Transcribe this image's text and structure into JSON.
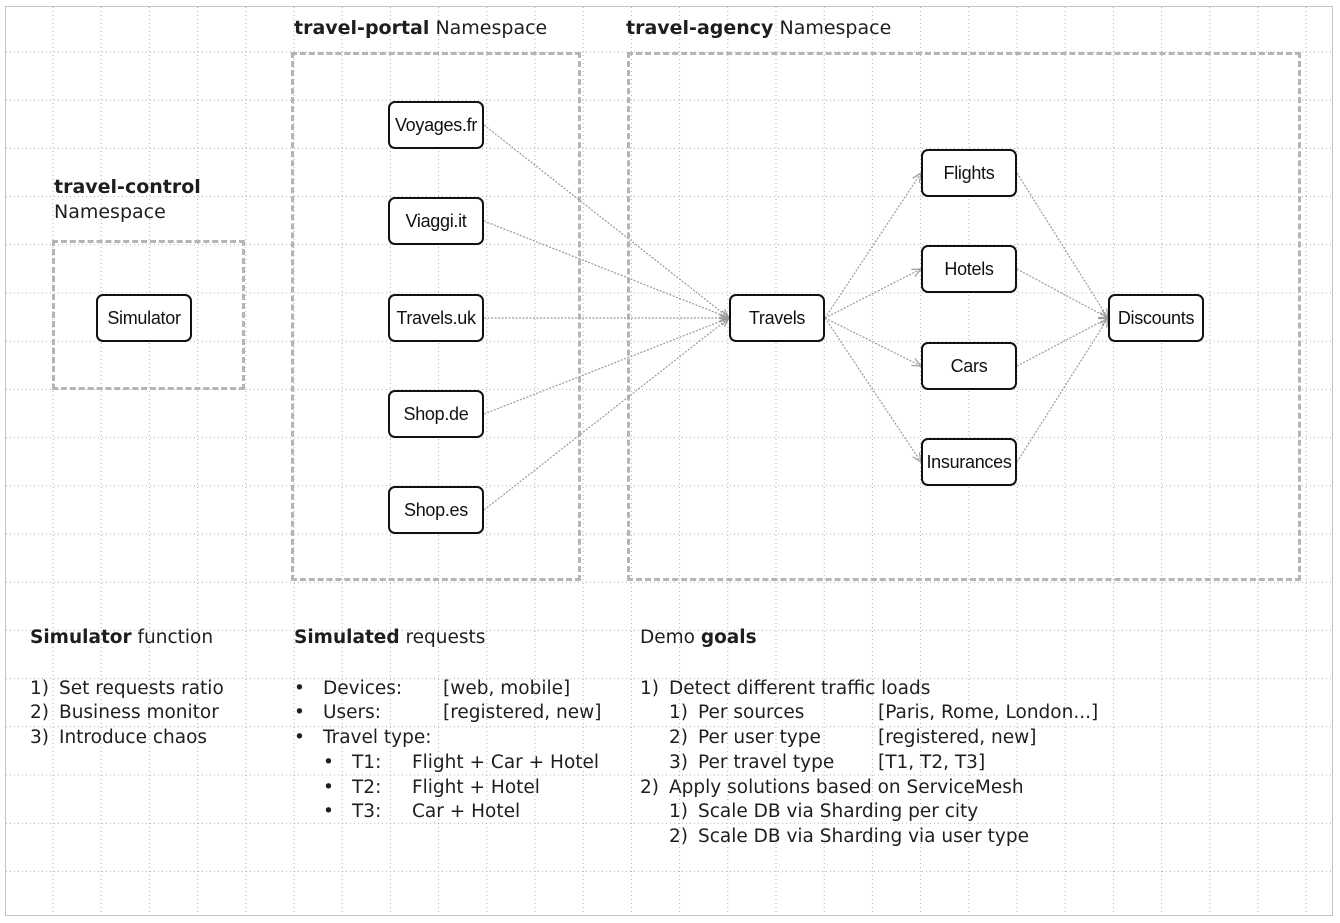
{
  "namespaces": {
    "control": {
      "name": "travel-control",
      "suffix": "Namespace"
    },
    "portal": {
      "name": "travel-portal",
      "suffix": "Namespace"
    },
    "agency": {
      "name": "travel-agency",
      "suffix": "Namespace"
    }
  },
  "nodes": {
    "simulator": "Simulator",
    "voyages": "Voyages.fr",
    "viaggi": "Viaggi.it",
    "travels_uk": "Travels.uk",
    "shop_de": "Shop.de",
    "shop_es": "Shop.es",
    "travels": "Travels",
    "flights": "Flights",
    "hotels": "Hotels",
    "cars": "Cars",
    "insurances": "Insurances",
    "discounts": "Discounts"
  },
  "edges": [
    [
      "voyages",
      "travels"
    ],
    [
      "viaggi",
      "travels"
    ],
    [
      "travels_uk",
      "travels"
    ],
    [
      "shop_de",
      "travels"
    ],
    [
      "shop_es",
      "travels"
    ],
    [
      "travels",
      "flights"
    ],
    [
      "travels",
      "hotels"
    ],
    [
      "travels",
      "cars"
    ],
    [
      "travels",
      "insurances"
    ],
    [
      "flights",
      "discounts"
    ],
    [
      "hotels",
      "discounts"
    ],
    [
      "cars",
      "discounts"
    ],
    [
      "insurances",
      "discounts"
    ]
  ],
  "simulator_function": {
    "title_bold": "Simulator",
    "title_rest": "function",
    "items": [
      {
        "num": "1)",
        "text": "Set requests ratio"
      },
      {
        "num": "2)",
        "text": "Business monitor"
      },
      {
        "num": "3)",
        "text": "Introduce chaos"
      }
    ]
  },
  "simulated_requests": {
    "title_bold": "Simulated",
    "title_rest": "requests",
    "bullet": "•",
    "devices": {
      "label": "Devices:",
      "value": "[web, mobile]"
    },
    "users": {
      "label": "Users:",
      "value": "[registered, new]"
    },
    "travel_type": {
      "label": "Travel type:"
    },
    "types": [
      {
        "label": "T1:",
        "value": "Flight + Car + Hotel"
      },
      {
        "label": "T2:",
        "value": "Flight + Hotel"
      },
      {
        "label": "T3:",
        "value": "Car + Hotel"
      }
    ]
  },
  "demo_goals": {
    "title_prefix": "Demo",
    "title_bold": "goals",
    "goal1": {
      "num": "1)",
      "text": "Detect different traffic loads"
    },
    "goal1_items": [
      {
        "num": "1)",
        "label": "Per sources",
        "value": "[Paris, Rome, London...]"
      },
      {
        "num": "2)",
        "label": "Per user type",
        "value": "[registered, new]"
      },
      {
        "num": "3)",
        "label": "Per travel type",
        "value": "[T1, T2, T3]"
      }
    ],
    "goal2": {
      "num": "2)",
      "text": "Apply solutions based on ServiceMesh"
    },
    "goal2_items": [
      {
        "num": "1)",
        "text": "Scale DB via Sharding per city"
      },
      {
        "num": "2)",
        "text": "Scale DB via Sharding via user type"
      }
    ]
  },
  "colors": {
    "grid": "#b0b0b0",
    "namespace_border": "#b5b5b5",
    "edge": "#9a9a9a",
    "node_border": "#111111"
  }
}
